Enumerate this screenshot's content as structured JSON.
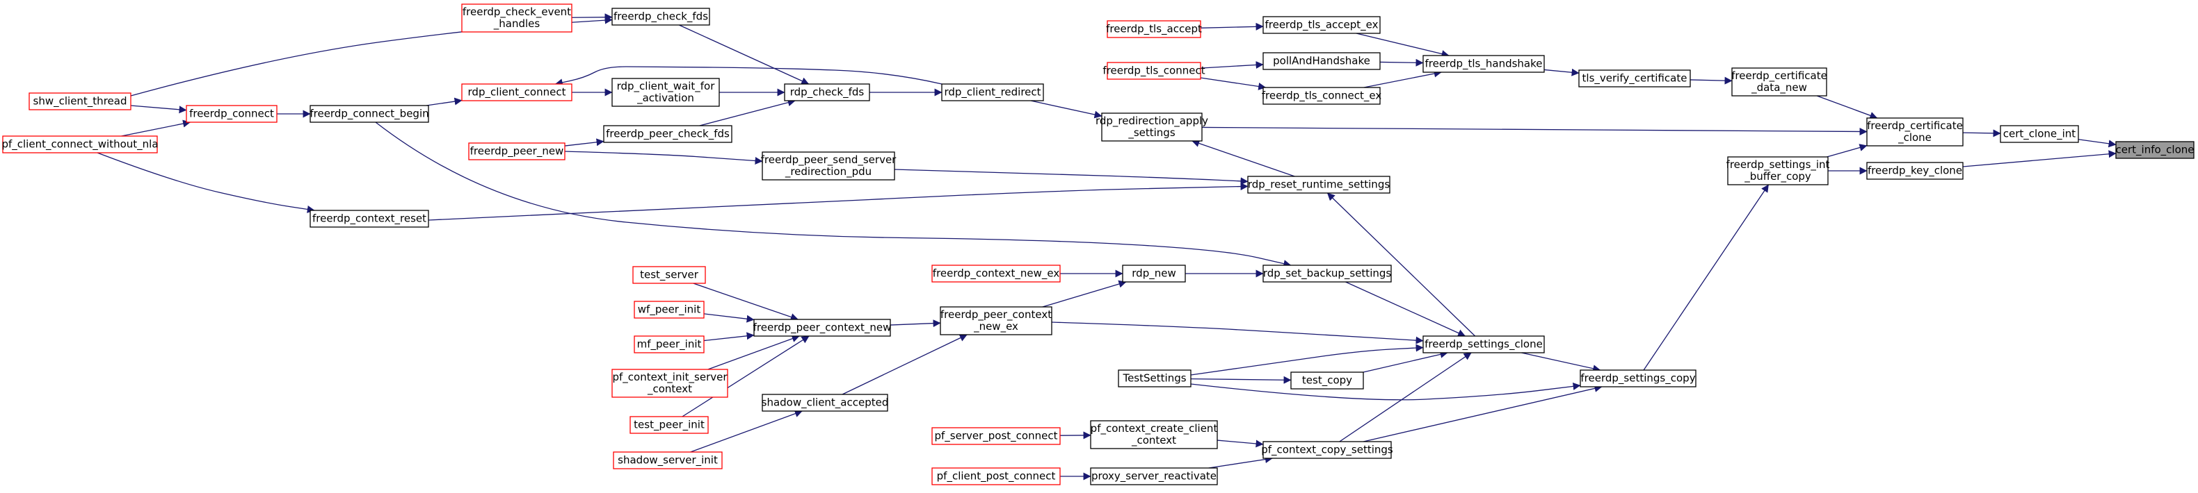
{
  "colors": {
    "edge": "#191970",
    "node_border_normal": "#000000",
    "node_border_truncated": "#ff0000",
    "node_fill": "#ffffff",
    "focus_fill": "#999999"
  },
  "nodes": [
    {
      "id": "cert_info_clone",
      "lines": [
        "cert_info_clone"
      ],
      "style": "focus"
    },
    {
      "id": "cert_clone_int",
      "lines": [
        "cert_clone_int"
      ],
      "style": "normal"
    },
    {
      "id": "freerdp_key_clone",
      "lines": [
        "freerdp_key_clone"
      ],
      "style": "normal"
    },
    {
      "id": "freerdp_certificate_clone",
      "lines": [
        "freerdp_certificate",
        "_clone"
      ],
      "style": "normal"
    },
    {
      "id": "freerdp_settings_int_buffer_copy",
      "lines": [
        "freerdp_settings_int",
        "_buffer_copy"
      ],
      "style": "normal"
    },
    {
      "id": "freerdp_certificate_data_new",
      "lines": [
        "freerdp_certificate",
        "_data_new"
      ],
      "style": "normal"
    },
    {
      "id": "rdp_redirection_apply_settings",
      "lines": [
        "rdp_redirection_apply",
        "_settings"
      ],
      "style": "normal"
    },
    {
      "id": "tls_verify_certificate",
      "lines": [
        "tls_verify_certificate"
      ],
      "style": "normal"
    },
    {
      "id": "freerdp_tls_handshake",
      "lines": [
        "freerdp_tls_handshake"
      ],
      "style": "normal"
    },
    {
      "id": "freerdp_tls_accept_ex",
      "lines": [
        "freerdp_tls_accept_ex"
      ],
      "style": "normal"
    },
    {
      "id": "pollAndHandshake",
      "lines": [
        "pollAndHandshake"
      ],
      "style": "normal"
    },
    {
      "id": "freerdp_tls_connect_ex",
      "lines": [
        "freerdp_tls_connect_ex"
      ],
      "style": "normal"
    },
    {
      "id": "freerdp_tls_accept",
      "lines": [
        "freerdp_tls_accept"
      ],
      "style": "truncated"
    },
    {
      "id": "freerdp_tls_connect",
      "lines": [
        "freerdp_tls_connect"
      ],
      "style": "truncated"
    },
    {
      "id": "rdp_client_redirect",
      "lines": [
        "rdp_client_redirect"
      ],
      "style": "normal"
    },
    {
      "id": "rdp_check_fds",
      "lines": [
        "rdp_check_fds"
      ],
      "style": "normal"
    },
    {
      "id": "freerdp_check_fds",
      "lines": [
        "freerdp_check_fds"
      ],
      "style": "normal"
    },
    {
      "id": "freerdp_check_event_handles",
      "lines": [
        "freerdp_check_event",
        "_handles"
      ],
      "style": "truncated"
    },
    {
      "id": "rdp_client_wait_for_activation",
      "lines": [
        "rdp_client_wait_for",
        "_activation"
      ],
      "style": "normal"
    },
    {
      "id": "rdp_client_connect",
      "lines": [
        "rdp_client_connect"
      ],
      "style": "truncated"
    },
    {
      "id": "freerdp_connect_begin",
      "lines": [
        "freerdp_connect_begin"
      ],
      "style": "normal"
    },
    {
      "id": "freerdp_connect",
      "lines": [
        "freerdp_connect"
      ],
      "style": "truncated"
    },
    {
      "id": "shw_client_thread",
      "lines": [
        "shw_client_thread"
      ],
      "style": "truncated"
    },
    {
      "id": "pf_client_connect_without_nla",
      "lines": [
        "pf_client_connect_without_nla"
      ],
      "style": "truncated"
    },
    {
      "id": "freerdp_peer_check_fds",
      "lines": [
        "freerdp_peer_check_fds"
      ],
      "style": "normal"
    },
    {
      "id": "freerdp_peer_new",
      "lines": [
        "freerdp_peer_new"
      ],
      "style": "truncated"
    },
    {
      "id": "freerdp_peer_send_server_redirection_pdu",
      "lines": [
        "freerdp_peer_send_server",
        "_redirection_pdu"
      ],
      "style": "normal"
    },
    {
      "id": "rdp_reset_runtime_settings",
      "lines": [
        "rdp_reset_runtime_settings"
      ],
      "style": "normal"
    },
    {
      "id": "freerdp_context_reset",
      "lines": [
        "freerdp_context_reset"
      ],
      "style": "normal"
    },
    {
      "id": "freerdp_settings_copy",
      "lines": [
        "freerdp_settings_copy"
      ],
      "style": "normal"
    },
    {
      "id": "freerdp_settings_clone",
      "lines": [
        "freerdp_settings_clone"
      ],
      "style": "normal"
    },
    {
      "id": "rdp_set_backup_settings",
      "lines": [
        "rdp_set_backup_settings"
      ],
      "style": "normal"
    },
    {
      "id": "rdp_new",
      "lines": [
        "rdp_new"
      ],
      "style": "normal"
    },
    {
      "id": "freerdp_context_new_ex",
      "lines": [
        "freerdp_context_new_ex"
      ],
      "style": "truncated"
    },
    {
      "id": "freerdp_peer_context_new_ex",
      "lines": [
        "freerdp_peer_context",
        "_new_ex"
      ],
      "style": "normal"
    },
    {
      "id": "freerdp_peer_context_new",
      "lines": [
        "freerdp_peer_context_new"
      ],
      "style": "normal"
    },
    {
      "id": "test_server",
      "lines": [
        "test_server"
      ],
      "style": "truncated"
    },
    {
      "id": "wf_peer_init",
      "lines": [
        "wf_peer_init"
      ],
      "style": "truncated"
    },
    {
      "id": "mf_peer_init",
      "lines": [
        "mf_peer_init"
      ],
      "style": "truncated"
    },
    {
      "id": "pf_context_init_server_context",
      "lines": [
        "pf_context_init_server",
        "_context"
      ],
      "style": "truncated"
    },
    {
      "id": "test_peer_init",
      "lines": [
        "test_peer_init"
      ],
      "style": "truncated"
    },
    {
      "id": "shadow_client_accepted",
      "lines": [
        "shadow_client_accepted"
      ],
      "style": "normal"
    },
    {
      "id": "shadow_server_init",
      "lines": [
        "shadow_server_init"
      ],
      "style": "truncated"
    },
    {
      "id": "TestSettings",
      "lines": [
        "TestSettings"
      ],
      "style": "normal"
    },
    {
      "id": "test_copy",
      "lines": [
        "test_copy"
      ],
      "style": "normal"
    },
    {
      "id": "pf_context_copy_settings",
      "lines": [
        "pf_context_copy_settings"
      ],
      "style": "normal"
    },
    {
      "id": "pf_context_create_client_context",
      "lines": [
        "pf_context_create_client",
        "_context"
      ],
      "style": "normal"
    },
    {
      "id": "pf_server_post_connect",
      "lines": [
        "pf_server_post_connect"
      ],
      "style": "truncated"
    },
    {
      "id": "proxy_server_reactivate",
      "lines": [
        "proxy_server_reactivate"
      ],
      "style": "normal"
    },
    {
      "id": "pf_client_post_connect",
      "lines": [
        "pf_client_post_connect"
      ],
      "style": "truncated"
    }
  ],
  "edges": [
    [
      "cert_clone_int",
      "cert_info_clone"
    ],
    [
      "freerdp_key_clone",
      "cert_info_clone"
    ],
    [
      "freerdp_certificate_clone",
      "cert_clone_int"
    ],
    [
      "freerdp_settings_int_buffer_copy",
      "freerdp_key_clone"
    ],
    [
      "freerdp_certificate_data_new",
      "freerdp_certificate_clone"
    ],
    [
      "rdp_redirection_apply_settings",
      "freerdp_certificate_clone"
    ],
    [
      "freerdp_settings_int_buffer_copy",
      "freerdp_certificate_clone"
    ],
    [
      "tls_verify_certificate",
      "freerdp_certificate_data_new"
    ],
    [
      "freerdp_tls_handshake",
      "tls_verify_certificate"
    ],
    [
      "freerdp_tls_accept_ex",
      "freerdp_tls_handshake"
    ],
    [
      "pollAndHandshake",
      "freerdp_tls_handshake"
    ],
    [
      "freerdp_tls_connect_ex",
      "freerdp_tls_handshake"
    ],
    [
      "freerdp_tls_accept",
      "freerdp_tls_accept_ex"
    ],
    [
      "freerdp_tls_connect",
      "pollAndHandshake"
    ],
    [
      "freerdp_tls_connect",
      "freerdp_tls_connect_ex"
    ],
    [
      "rdp_client_redirect",
      "rdp_redirection_apply_settings"
    ],
    [
      "rdp_check_fds",
      "rdp_client_redirect"
    ],
    [
      "rdp_client_redirect",
      "rdp_client_connect"
    ],
    [
      "freerdp_check_fds",
      "rdp_check_fds"
    ],
    [
      "rdp_client_wait_for_activation",
      "rdp_check_fds"
    ],
    [
      "freerdp_peer_check_fds",
      "rdp_check_fds"
    ],
    [
      "freerdp_check_event_handles",
      "freerdp_check_fds"
    ],
    [
      "shw_client_thread",
      "freerdp_check_fds"
    ],
    [
      "rdp_client_connect",
      "rdp_client_wait_for_activation"
    ],
    [
      "freerdp_connect_begin",
      "rdp_client_connect"
    ],
    [
      "freerdp_connect",
      "freerdp_connect_begin"
    ],
    [
      "shw_client_thread",
      "freerdp_connect"
    ],
    [
      "pf_client_connect_without_nla",
      "freerdp_connect"
    ],
    [
      "freerdp_peer_new",
      "freerdp_peer_check_fds"
    ],
    [
      "rdp_reset_runtime_settings",
      "rdp_redirection_apply_settings"
    ],
    [
      "freerdp_peer_send_server_redirection_pdu",
      "rdp_reset_runtime_settings"
    ],
    [
      "freerdp_peer_new",
      "freerdp_peer_send_server_redirection_pdu"
    ],
    [
      "freerdp_context_reset",
      "rdp_reset_runtime_settings"
    ],
    [
      "pf_client_connect_without_nla",
      "freerdp_context_reset"
    ],
    [
      "freerdp_settings_copy",
      "freerdp_settings_int_buffer_copy"
    ],
    [
      "freerdp_settings_clone",
      "rdp_reset_runtime_settings"
    ],
    [
      "freerdp_settings_clone",
      "freerdp_settings_copy"
    ],
    [
      "rdp_set_backup_settings",
      "freerdp_settings_clone"
    ],
    [
      "freerdp_connect_begin",
      "rdp_set_backup_settings"
    ],
    [
      "rdp_new",
      "rdp_set_backup_settings"
    ],
    [
      "freerdp_context_new_ex",
      "rdp_new"
    ],
    [
      "freerdp_peer_context_new_ex",
      "rdp_new"
    ],
    [
      "freerdp_peer_context_new_ex",
      "freerdp_settings_clone"
    ],
    [
      "freerdp_peer_context_new",
      "freerdp_peer_context_new_ex"
    ],
    [
      "test_server",
      "freerdp_peer_context_new"
    ],
    [
      "wf_peer_init",
      "freerdp_peer_context_new"
    ],
    [
      "mf_peer_init",
      "freerdp_peer_context_new"
    ],
    [
      "pf_context_init_server_context",
      "freerdp_peer_context_new"
    ],
    [
      "test_peer_init",
      "freerdp_peer_context_new"
    ],
    [
      "shadow_client_accepted",
      "freerdp_peer_context_new_ex"
    ],
    [
      "shadow_server_init",
      "shadow_client_accepted"
    ],
    [
      "TestSettings",
      "freerdp_settings_clone"
    ],
    [
      "TestSettings",
      "test_copy"
    ],
    [
      "test_copy",
      "freerdp_settings_clone"
    ],
    [
      "TestSettings",
      "freerdp_settings_copy"
    ],
    [
      "pf_context_copy_settings",
      "freerdp_settings_clone"
    ],
    [
      "pf_context_copy_settings",
      "freerdp_settings_copy"
    ],
    [
      "pf_context_create_client_context",
      "pf_context_copy_settings"
    ],
    [
      "pf_server_post_connect",
      "pf_context_create_client_context"
    ],
    [
      "proxy_server_reactivate",
      "pf_context_copy_settings"
    ],
    [
      "pf_client_post_connect",
      "proxy_server_reactivate"
    ]
  ]
}
